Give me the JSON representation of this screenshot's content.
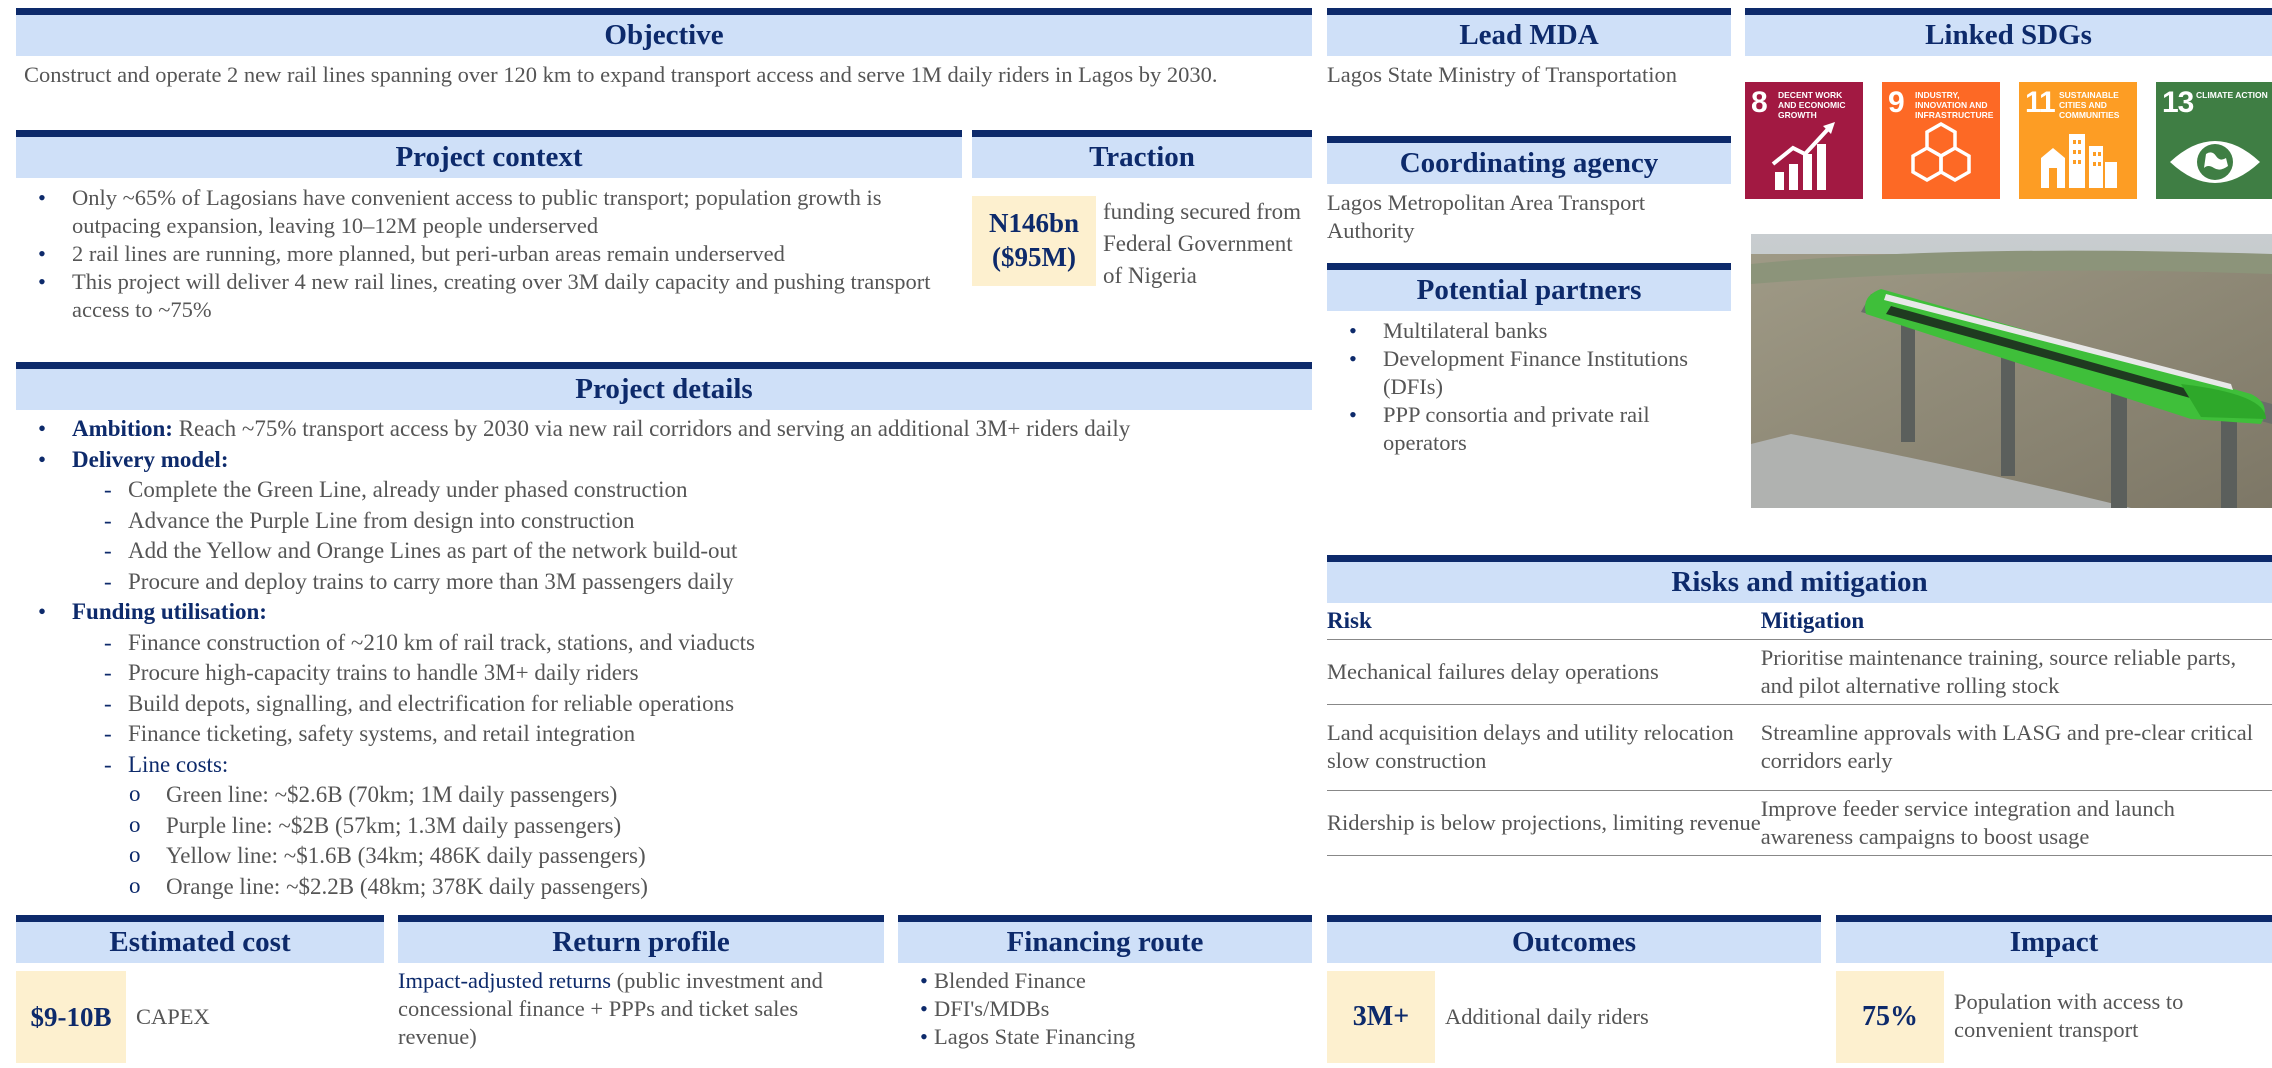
{
  "objective": {
    "title": "Objective",
    "text": "Construct and operate 2 new rail lines spanning over 120 km to expand transport access and serve 1M daily riders in Lagos by 2030."
  },
  "lead_mda": {
    "title": "Lead MDA",
    "text": "Lagos State Ministry of Transportation"
  },
  "linked_sdgs": {
    "title": "Linked SDGs",
    "items": [
      {
        "number": "8",
        "label": "DECENT WORK AND ECONOMIC GROWTH",
        "color": "#a21942",
        "icon": "growth-chart-icon"
      },
      {
        "number": "9",
        "label": "INDUSTRY, INNOVATION AND INFRASTRUCTURE",
        "color": "#fd6925",
        "icon": "cubes-icon"
      },
      {
        "number": "11",
        "label": "SUSTAINABLE CITIES AND COMMUNITIES",
        "color": "#fd9d24",
        "icon": "city-icon"
      },
      {
        "number": "13",
        "label": "CLIMATE ACTION",
        "color": "#3f7e44",
        "icon": "eye-globe-icon"
      }
    ]
  },
  "project_context": {
    "title": "Project context",
    "bullets": [
      "Only ~65% of Lagosians have convenient access to public transport; population growth is outpacing expansion, leaving 10–12M people underserved",
      "2 rail lines are running, more planned, but peri-urban areas remain underserved",
      "This project will deliver 4 new rail lines, creating over 3M daily capacity and pushing transport access to ~75%"
    ]
  },
  "traction": {
    "title": "Traction",
    "stat_line1": "N146bn",
    "stat_line2": "($95M)",
    "text": "funding secured from Federal Government of Nigeria"
  },
  "coordinating_agency": {
    "title": "Coordinating agency",
    "text": "Lagos Metropolitan Area Transport Authority"
  },
  "potential_partners": {
    "title": "Potential partners",
    "bullets": [
      "Multilateral banks",
      "Development Finance Institutions (DFIs)",
      "PPP consortia and private rail operators"
    ]
  },
  "photo": {
    "icon": "high-speed-train-photo"
  },
  "project_details": {
    "title": "Project details",
    "ambition_label": "Ambition:",
    "ambition_text": " Reach ~75% transport access by 2030 via new rail corridors and serving an additional 3M+ riders daily",
    "delivery_label": "Delivery model:",
    "delivery_items": [
      "Complete the Green Line, already under phased construction",
      "Advance the Purple Line from design into construction",
      "Add the Yellow and Orange Lines as part of the network build-out",
      "Procure and deploy trains to carry more than 3M passengers daily"
    ],
    "funding_label": "Funding utilisation:",
    "funding_items": [
      "Finance construction of ~210 km of rail track, stations, and viaducts",
      "Procure high-capacity trains to handle 3M+ daily riders",
      "Build depots, signalling, and electrification for reliable operations",
      "Finance ticketing, safety systems, and retail integration"
    ],
    "line_costs_label": "Line costs:",
    "line_costs": [
      "Green line: ~$2.6B (70km; 1M daily passengers)",
      "Purple line: ~$2B (57km; 1.3M daily passengers)",
      "Yellow line: ~$1.6B (34km; 486K daily passengers)",
      "Orange line: ~$2.2B (48km; 378K daily passengers)"
    ]
  },
  "risks": {
    "title": "Risks and mitigation",
    "col_risk": "Risk",
    "col_mitigation": "Mitigation",
    "rows": [
      {
        "risk": "Mechanical failures delay operations",
        "mitigation": "Prioritise maintenance training, source reliable parts, and pilot alternative rolling stock"
      },
      {
        "risk": "Land acquisition delays and utility relocation slow construction",
        "mitigation": "Streamline approvals with LASG and pre-clear critical corridors early"
      },
      {
        "risk": "Ridership is below projections, limiting revenue",
        "mitigation": "Improve feeder service integration and launch awareness campaigns to boost usage"
      }
    ]
  },
  "estimated_cost": {
    "title": "Estimated cost",
    "stat": "$9-10B",
    "text": "CAPEX"
  },
  "return_profile": {
    "title": "Return profile",
    "highlight": "Impact-adjusted returns",
    "text": " (public investment and concessional finance + PPPs and ticket sales revenue)"
  },
  "financing_route": {
    "title": "Financing route",
    "bullets": [
      "Blended Finance",
      "DFI's/MDBs",
      "Lagos State Financing"
    ]
  },
  "outcomes": {
    "title": "Outcomes",
    "stat": "3M+",
    "text": "Additional daily riders"
  },
  "impact": {
    "title": "Impact",
    "stat": "75%",
    "text": "Population with access to convenient transport"
  },
  "colors": {
    "navy": "#0d2a6b",
    "header_bg": "#cfe0f8",
    "stat_bg": "#fdf0cf",
    "text": "#555555"
  }
}
